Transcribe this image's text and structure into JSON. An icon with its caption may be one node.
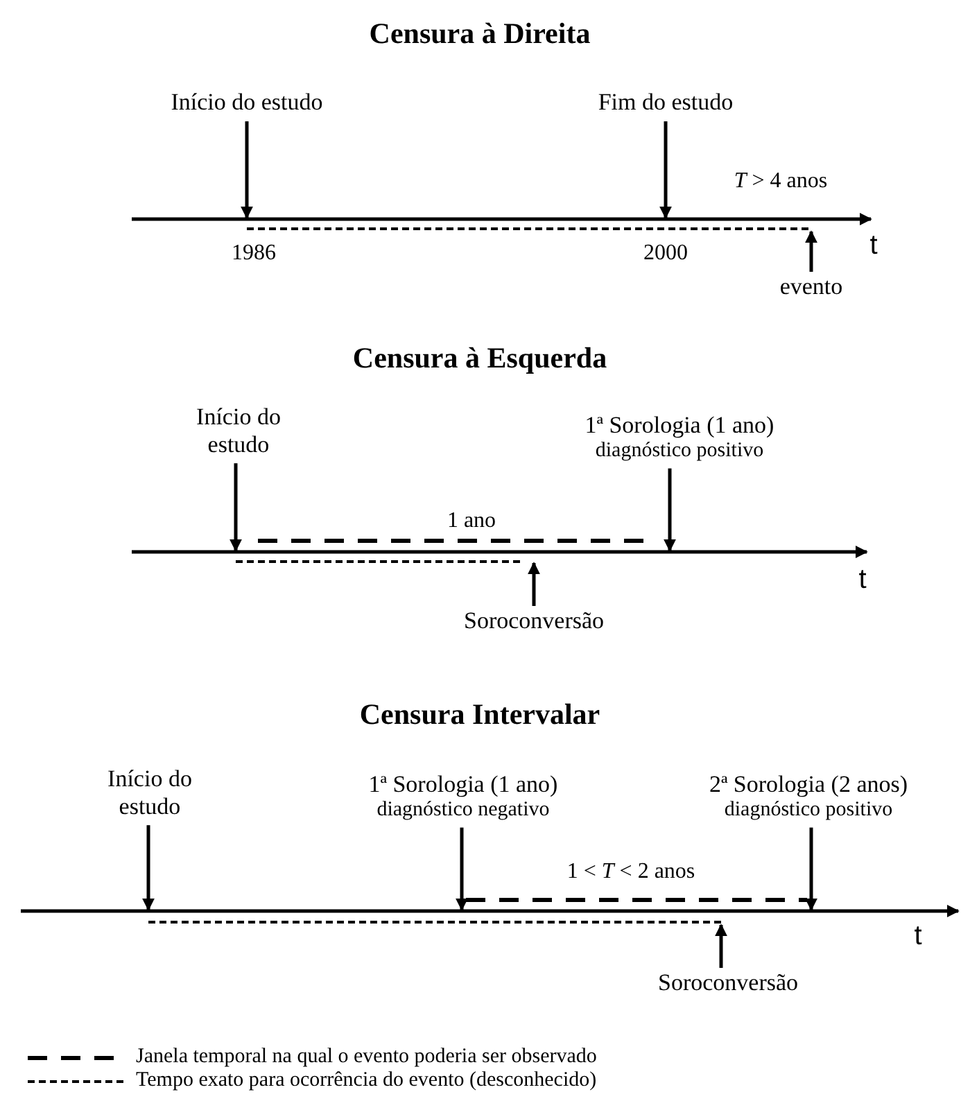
{
  "diagram": {
    "nodes": [
      {
        "text": [
          "Início do estudo"
        ]
      },
      {
        "text": [
          "Fim do estudo"
        ]
      },
      {
        "text": [
          "evento"
        ]
      },
      {
        "text": [
          "Início do estudo"
        ]
      },
      {
        "text": [
          "1ª Sorologia (1 ano)",
          "diagnóstico positivo"
        ]
      },
      {
        "text": [
          "Soroconversão"
        ]
      },
      {
        "text": [
          "Início do estudo"
        ]
      },
      {
        "text": [
          "1ª Sorologia (1 ano)",
          "diagnóstico negativo"
        ]
      },
      {
        "text": [
          "2ª Sorologia (2 anos)",
          "diagnóstico positivo"
        ]
      },
      {
        "text": [
          "Soroconversão"
        ]
      }
    ],
    "edges": [
      {
        "from": 0,
        "to": null,
        "arrow": "to"
      },
      {
        "from": 1,
        "to": null,
        "arrow": "to"
      },
      {
        "from": 2,
        "to": null,
        "arrow": "to"
      },
      {
        "from": 3,
        "to": null,
        "arrow": "to"
      },
      {
        "from": 4,
        "to": null,
        "arrow": "to"
      },
      {
        "from": 5,
        "to": null,
        "arrow": "to"
      },
      {
        "from": 6,
        "to": null,
        "arrow": "to"
      },
      {
        "from": 7,
        "to": null,
        "arrow": "to"
      },
      {
        "from": 8,
        "to": null,
        "arrow": "to"
      },
      {
        "from": 9,
        "to": null,
        "arrow": "to"
      }
    ],
    "labels": [
      "Censura à Direita",
      "*T* > 4 anos",
      "1986",
      "2000",
      "t",
      "Censura à Esquerda",
      "1 ano",
      "t",
      "Censura Intervalar",
      "1 < *T* < 2 anos",
      "t"
    ],
    "legend": [
      {
        "text": "Janela temporal na qual o evento poderia ser observado"
      },
      {
        "text": "Tempo exato para ocorrência do evento (desconhecido)"
      }
    ]
  }
}
